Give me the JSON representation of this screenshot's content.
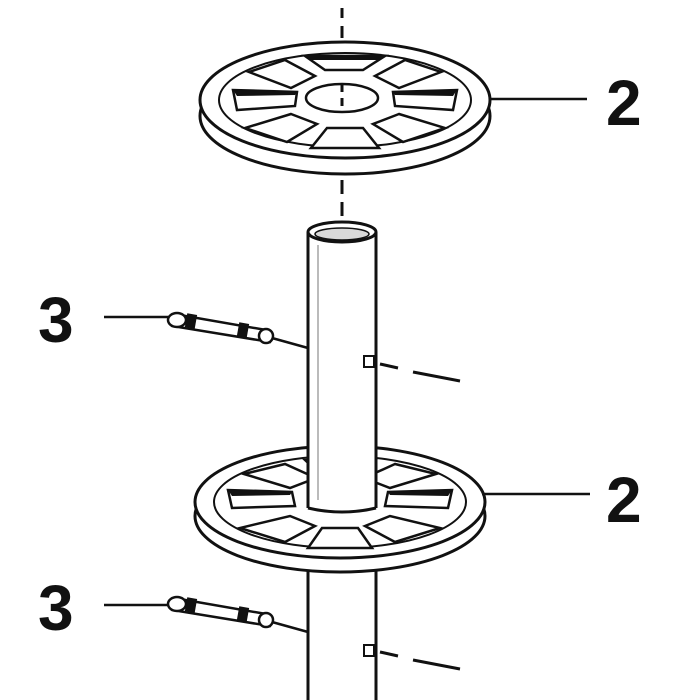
{
  "colors": {
    "ink": "#111111",
    "paper": "#ffffff",
    "shade": "#d9d9d9"
  },
  "callouts": {
    "upper_washer": "2",
    "upper_pin": "3",
    "lower_washer": "2",
    "lower_pin": "3"
  }
}
